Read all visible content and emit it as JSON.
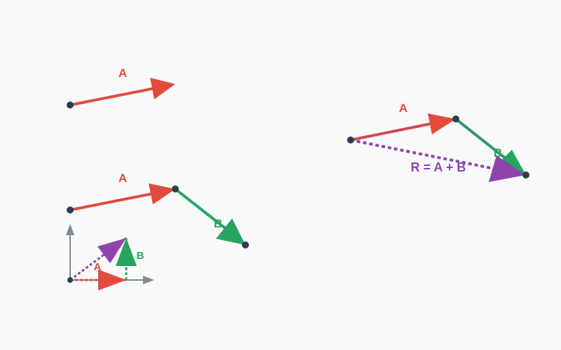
{
  "colors": {
    "background": "#f8f9fb",
    "vector_a": "#e04b3c",
    "vector_b": "#27a55f",
    "resultant": "#8e44ad",
    "point": "#2c3e50",
    "axis": "#7f8c8d"
  },
  "icons": {
    "arrowhead": "triangle-arrowhead-icon",
    "tail_point": "point-dot-icon"
  },
  "labels": {
    "a": "A",
    "b": "B",
    "resultant": "R = A + B"
  }
}
